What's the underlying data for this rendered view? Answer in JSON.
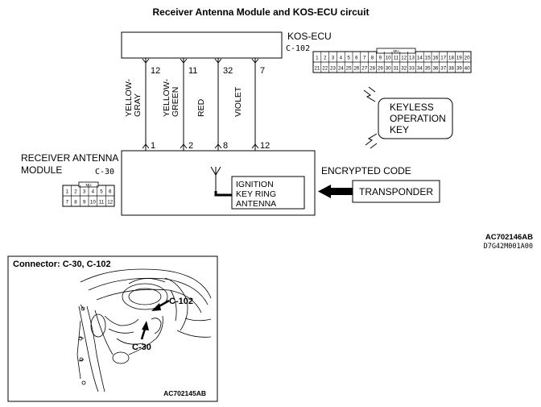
{
  "title": "Receiver Antenna  Module and KOS-ECU circuit",
  "ecu": {
    "name": "KOS-ECU",
    "connector": "C-102",
    "connector_header": "MU",
    "pins_row1": [
      "1",
      "2",
      "3",
      "4",
      "5",
      "6",
      "7",
      "8",
      "9",
      "10",
      "11",
      "12",
      "13",
      "14",
      "15",
      "16",
      "17",
      "18",
      "19",
      "20"
    ],
    "pins_row2": [
      "21",
      "22",
      "23",
      "24",
      "25",
      "26",
      "27",
      "28",
      "29",
      "30",
      "31",
      "32",
      "33",
      "34",
      "35",
      "36",
      "37",
      "38",
      "39",
      "40"
    ]
  },
  "wires": [
    {
      "ecu_pin": "12",
      "color_line1": "YELLOW-",
      "color_line2": "GRAY",
      "module_pin": "1"
    },
    {
      "ecu_pin": "11",
      "color_line1": "YELLOW-",
      "color_line2": "GREEN",
      "module_pin": "2"
    },
    {
      "ecu_pin": "32",
      "color_line1": "RED",
      "color_line2": "",
      "module_pin": "8"
    },
    {
      "ecu_pin": "7",
      "color_line1": "VIOLET",
      "color_line2": "",
      "module_pin": "12"
    }
  ],
  "module": {
    "name_line1": "RECEIVER ANTENNA",
    "name_line2": "MODULE",
    "connector": "C-30",
    "connector_header": "MU",
    "pins_row1": [
      "1",
      "2",
      "3",
      "4",
      "5",
      "6"
    ],
    "pins_row2": [
      "7",
      "8",
      "9",
      "10",
      "11",
      "12"
    ],
    "antenna_line1": "IGNITION",
    "antenna_line2": "KEY RING",
    "antenna_line3": "ANTENNA"
  },
  "keyless": {
    "line1": "KEYLESS",
    "line2": "OPERATION",
    "line3": "KEY"
  },
  "encrypted_code": "ENCRYPTED CODE",
  "transponder": "TRANSPONDER",
  "figure_codes": {
    "main": "AC702146AB",
    "sub": "D7G42M001A00"
  },
  "connector_photo": {
    "title": "Connector: C-30, C-102",
    "label_c102": "C-102",
    "label_c30": "C-30",
    "code": "AC702145AB"
  }
}
